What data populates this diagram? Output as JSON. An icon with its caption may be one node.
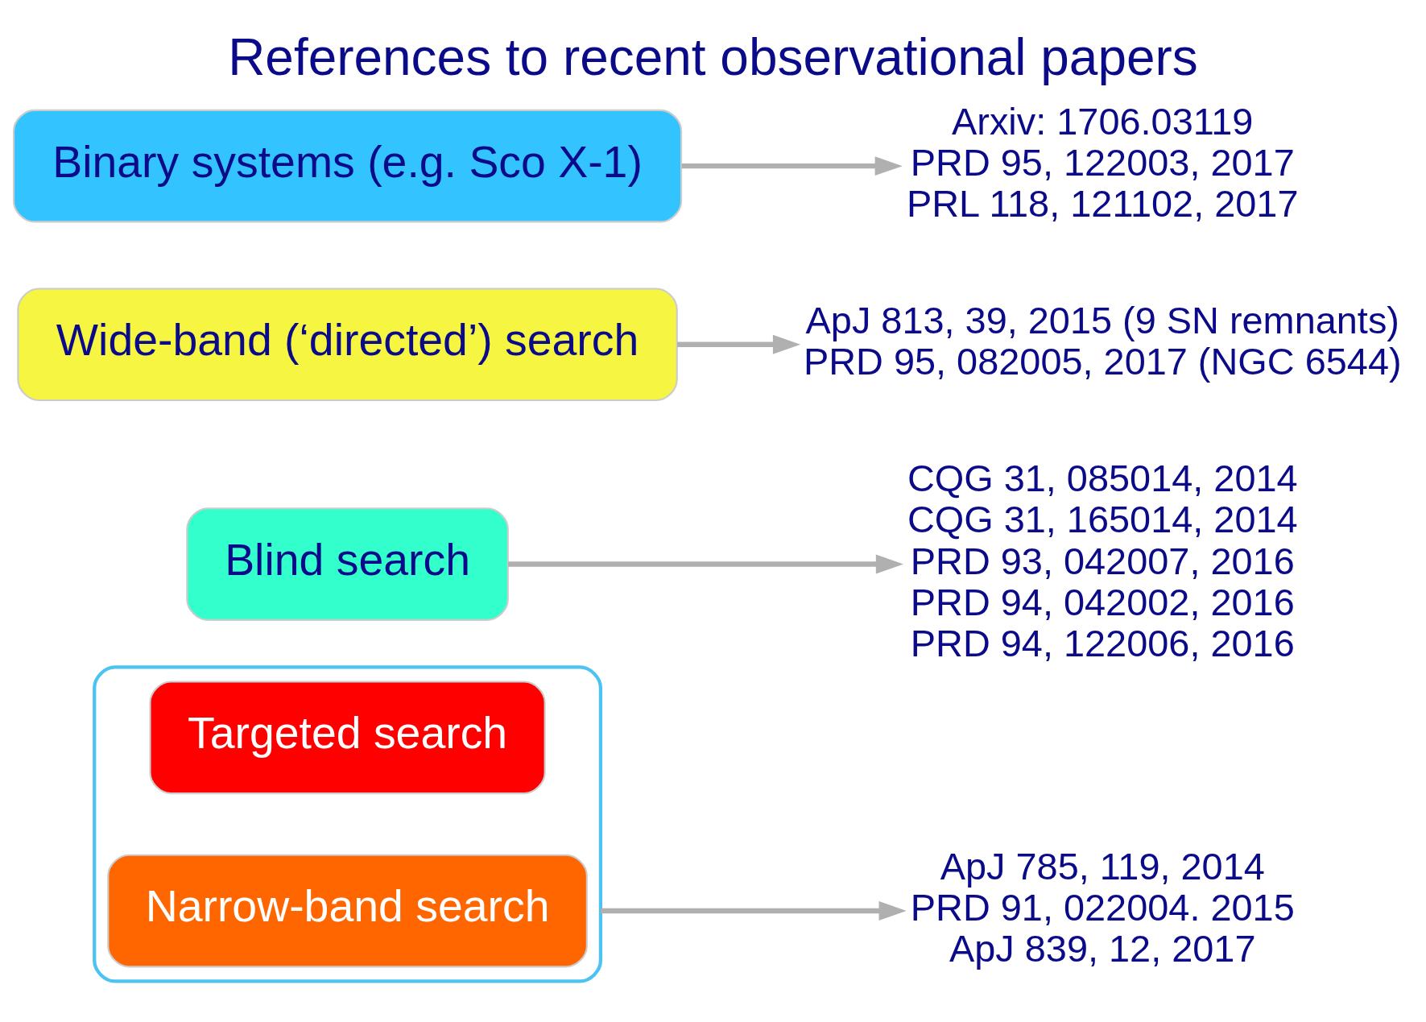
{
  "diagram": {
    "title": "References to recent observational papers",
    "nodes": [
      {
        "text": [],
        "shape": "ellipse"
      },
      {
        "text": [
          "Targeted search"
        ],
        "in": 0
      },
      {
        "text": [
          "Narrow-band search"
        ],
        "in": 0
      },
      {
        "text": [
          "ApJ 785, 119, 2014",
          "PRD 91, 022004. 2015",
          "ApJ 839, 12, 2017"
        ]
      },
      {
        "text": [
          "CQG 31, 085014, 2014",
          "CQG 31, 165014, 2014",
          "PRD 93, 042007, 2016",
          "PRD 94, 042002, 2016",
          "PRD 94, 122006, 2016"
        ]
      },
      {
        "text": [
          "Wide-band (‘directed’) search"
        ]
      },
      {
        "text": [
          "ApJ 813, 39, 2015 (9 SN remnants)",
          "PRD 95, 082005, 2017 (NGC 6544)"
        ]
      },
      {
        "text": [
          "Blind search"
        ]
      },
      {
        "text": [
          "Binary systems (e.g. Sco X-1)"
        ]
      },
      {
        "text": [
          "Arxiv: 1706.03119",
          "PRD 95, 122003, 2017",
          "PRL 118, 121102, 2017"
        ]
      }
    ],
    "edges": [
      {
        "from": 0,
        "to": 3,
        "arrow": "to"
      },
      {
        "from": 5,
        "to": 6,
        "arrow": "to"
      },
      {
        "from": 7,
        "to": 4,
        "arrow": "to"
      },
      {
        "from": 8,
        "to": 9,
        "arrow": "to"
      }
    ]
  }
}
